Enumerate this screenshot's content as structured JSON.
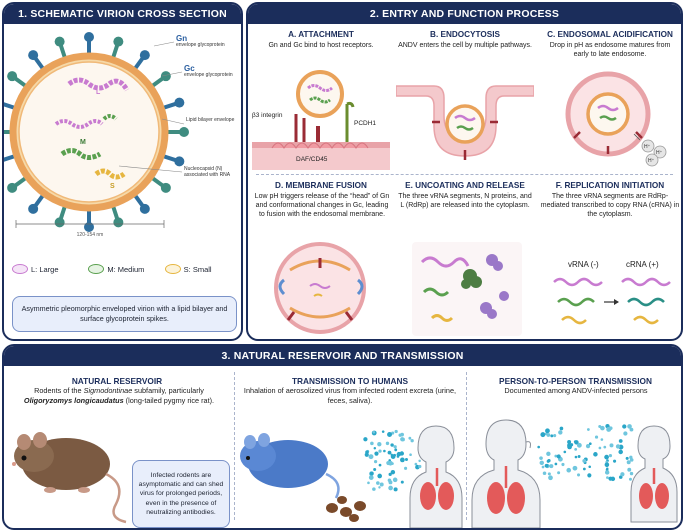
{
  "section1": {
    "title": "1. SCHEMATIC VIRION CROSS SECTION",
    "labels": {
      "gn_code": "Gn",
      "gn_desc": "envelope glycoprotein",
      "gc_code": "Gc",
      "gc_desc": "envelope glycoprotein",
      "lipid": "Lipid bilayer envelope",
      "nucleo": "Nucleocapsid (N) associated with RNA",
      "size": "120-154 nm",
      "seg_l": "L",
      "seg_m": "M",
      "seg_s": "S"
    },
    "legend": [
      {
        "label": "L: Large",
        "color": "#c87bd0"
      },
      {
        "label": "M: Medium",
        "color": "#5aa04f"
      },
      {
        "label": "S: Small",
        "color": "#e6b640"
      }
    ],
    "note": "Asymmetric pleomorphic enveloped virion with a lipid bilayer and surface glycoprotein spikes."
  },
  "section2": {
    "title": "2. ENTRY AND FUNCTION PROCESS",
    "steps": [
      {
        "title": "A. ATTACHMENT",
        "text": "Gn and Gc bind to host receptors."
      },
      {
        "title": "B. ENDOCYTOSIS",
        "text": "ANDV enters the cell by multiple pathways."
      },
      {
        "title": "C. ENDOSOMAL ACIDIFICATION",
        "text": "Drop in pH as endosome matures from early to late endosome."
      },
      {
        "title": "D. MEMBRANE FUSION",
        "text": "Low pH triggers release of the “head” of Gn and conformational changes in Gc, leading to fusion with the endosomal membrane."
      },
      {
        "title": "E. UNCOATING AND RELEASE",
        "text": "The three vRNA segments, N proteins, and L (RdRp) are released into the cytoplasm."
      },
      {
        "title": "F. REPLICATION INITIATION",
        "text": "The three vRNA segments are RdRp-mediated transcribed to copy RNA (cRNA) in the cytoplasm."
      }
    ],
    "receptors": {
      "b3": "β3 integrin",
      "pcdh1": "PCDH1",
      "daf": "DAF/CD45"
    },
    "proton": "H⁺",
    "vrna": "vRNA (-)",
    "crna": "cRNA (+)"
  },
  "section3": {
    "title": "3. NATURAL RESERVOIR AND TRANSMISSION",
    "reservoir_title": "NATURAL RESERVOIR",
    "reservoir_pre": "Rodents of the ",
    "reservoir_genus": "Sigmodontinae",
    "reservoir_mid": " subfamily, particularly",
    "reservoir_species": "Oligoryzomys longicaudatus",
    "reservoir_post": " (long-tailed pygmy rice rat).",
    "rodent_note": "Infected rodents are asymptomatic and can shed virus for prolonged periods, even in the presence of neutralizing antibodies.",
    "humans_title": "TRANSMISSION TO HUMANS",
    "humans_text": "Inhalation of aerosolized virus from infected rodent excreta (urine, feces, saliva).",
    "p2p_title": "PERSON-TO-PERSON TRANSMISSION",
    "p2p_text": "Documented among ANDV-infected persons"
  },
  "colors": {
    "navy": "#1b2d5b",
    "teal": "#2a8f86",
    "envelope": "#e9a25a",
    "L": "#c87bd0",
    "M": "#5aa04f",
    "S": "#e6b640",
    "spike_gn": "#3f8c80",
    "spike_gc": "#2f6f9e",
    "receptor": "#9a2b35",
    "membrane": "#e8a3a8"
  }
}
